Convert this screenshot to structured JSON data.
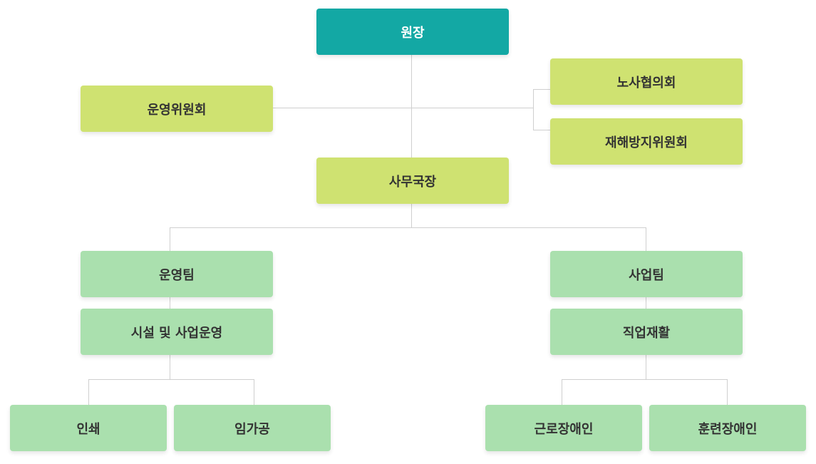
{
  "chart": {
    "director": "원장",
    "committee": "운영위원회",
    "labor_council": "노사협의회",
    "disaster_committee": "재해방지위원회",
    "secretary_general": "사무국장",
    "operations_team": "운영팀",
    "facility_operations": "시설 및 사업운영",
    "business_team": "사업팀",
    "vocational_rehab": "직업재활",
    "printing": "인쇄",
    "processing": "임가공",
    "worker_disabled": "근로장애인",
    "trainee_disabled": "훈련장애인"
  }
}
